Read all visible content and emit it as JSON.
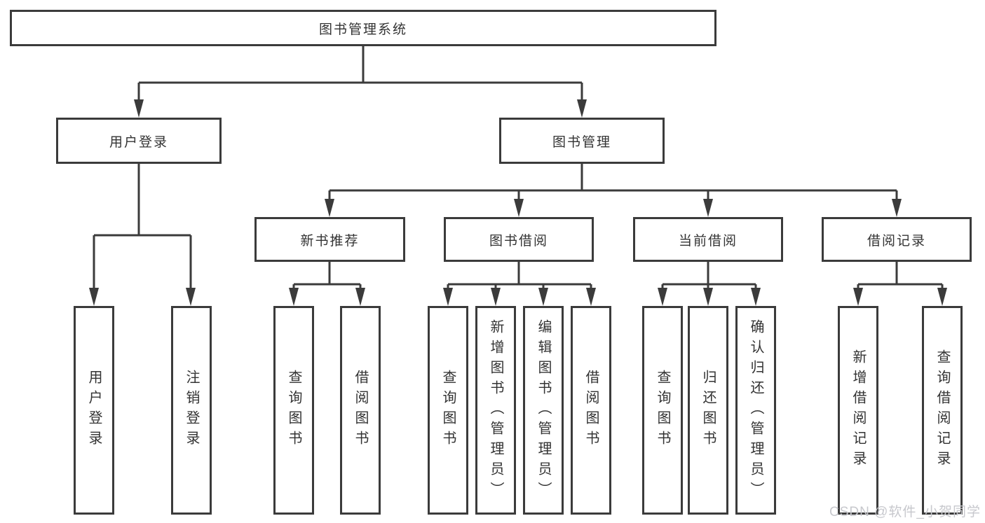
{
  "diagram_type": "hierarchy-tree",
  "colors": {
    "line": "#3b3b3b",
    "text": "#333333",
    "background": "#ffffff",
    "watermark": "#c7c8cd"
  },
  "watermark": {
    "text": "CSDN @软件_小贺同学"
  },
  "tree": {
    "label": "图书管理系统",
    "children": [
      {
        "label": "用户登录",
        "children": [
          {
            "label": "用户登录"
          },
          {
            "label": "注销登录"
          }
        ]
      },
      {
        "label": "图书管理",
        "children": [
          {
            "label": "新书推荐",
            "children": [
              {
                "label": "查询图书"
              },
              {
                "label": "借阅图书"
              }
            ]
          },
          {
            "label": "图书借阅",
            "children": [
              {
                "label": "查询图书"
              },
              {
                "label": "新增图书（管理员）"
              },
              {
                "label": "编辑图书（管理员）"
              },
              {
                "label": "借阅图书"
              }
            ]
          },
          {
            "label": "当前借阅",
            "children": [
              {
                "label": "查询图书"
              },
              {
                "label": "归还图书"
              },
              {
                "label": "确认归还（管理员）"
              }
            ]
          },
          {
            "label": "借阅记录",
            "children": [
              {
                "label": "新增借阅记录"
              },
              {
                "label": "查询借阅记录"
              }
            ]
          }
        ]
      }
    ]
  }
}
